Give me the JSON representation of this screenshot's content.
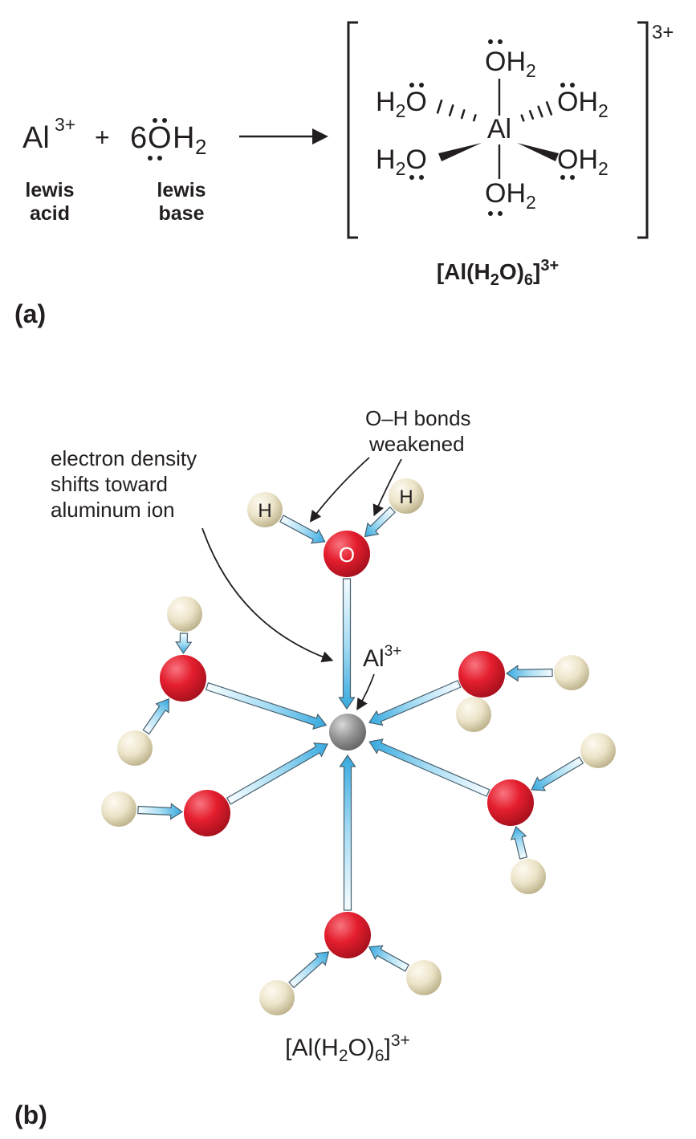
{
  "panel_a": {
    "label": "(a)",
    "equation": {
      "acid": "Al",
      "acid_charge": "3+",
      "plus": "+",
      "coefficient": "6",
      "base_o": "O",
      "base_h": "H",
      "base_sub": "2",
      "acid_role_1": "lewis",
      "acid_role_2": "acid",
      "base_role_1": "lewis",
      "base_role_2": "base"
    },
    "complex": {
      "center": "Al",
      "charge": "3+",
      "oh2_main": "OH",
      "oh2_sub": "2",
      "h2o_h": "H",
      "h2o_sub": "2",
      "h2o_o": "O"
    },
    "caption": {
      "p1": "[Al(H",
      "s1": "2",
      "p2": "O)",
      "s2": "6",
      "p3": "]",
      "sup": "3+"
    }
  },
  "panel_b": {
    "label": "(b)",
    "annotation_oh_1": "O–H bonds",
    "annotation_oh_2": "weakened",
    "annotation_ed_1": "electron density",
    "annotation_ed_2": "shifts toward",
    "annotation_ed_3": "aluminum ion",
    "al_label": "Al",
    "al_charge": "3+",
    "oxygen_label": "O",
    "hydrogen_label": "H",
    "caption": {
      "p1": "[Al(H",
      "s1": "2",
      "p2": "O)",
      "s2": "6",
      "p3": "]",
      "sup": "3+"
    }
  },
  "colors": {
    "oxygen_red": "#e41e2e",
    "hydrogen_cream": "#ece4c9",
    "aluminum_gray": "#8f8f8f",
    "arrow_blue": "#36a9df",
    "text": "#231f20"
  }
}
